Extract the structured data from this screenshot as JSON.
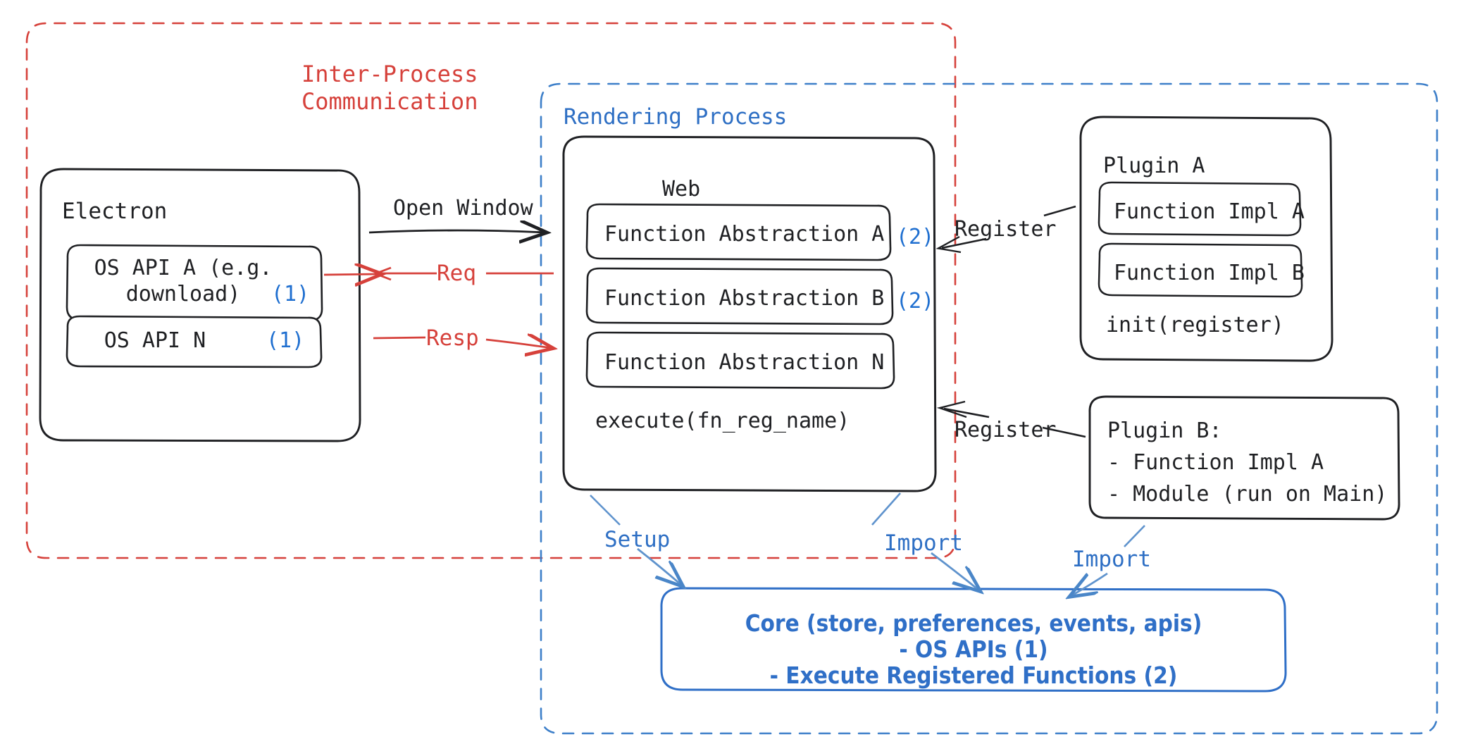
{
  "diagram": {
    "title": "Electron plugin architecture",
    "colors": {
      "ipc_red": "#d6413b",
      "render_blue": "#2e6fc4",
      "core_blue": "#2f6fc7",
      "marker_blue": "#1f6fd0",
      "stroke_black": "#1f2023",
      "background": "#ffffff"
    },
    "containers": [
      {
        "name": "ipc",
        "label": "Inter-Process\nCommunication",
        "style": "dashed",
        "color": "#d6413b"
      },
      {
        "name": "rendering",
        "label": "Rendering Process",
        "style": "dashed",
        "color": "#2e6fc4"
      }
    ],
    "electron": {
      "title": "Electron",
      "items": [
        {
          "label": "OS API A (e.g.\ndownload)",
          "marker": "(1)"
        },
        {
          "label": "OS API N",
          "marker": "(1)"
        }
      ]
    },
    "web": {
      "title": "Web",
      "items": [
        {
          "label": "Function Abstraction A",
          "marker": "(2)"
        },
        {
          "label": "Function Abstraction B",
          "marker": "(2)"
        },
        {
          "label": "Function Abstraction N",
          "marker": ""
        }
      ],
      "footer": "execute(fn_reg_name)"
    },
    "plugin_a": {
      "title": "Plugin A",
      "items": [
        "Function Impl A",
        "Function Impl B"
      ],
      "footer": "init(register)"
    },
    "plugin_b": {
      "title": "Plugin B:",
      "lines": [
        "- Function Impl A",
        "- Module (run on Main)"
      ]
    },
    "core": {
      "line1": "Core (store, preferences, events, apis)",
      "line2": "- OS APIs (1)",
      "line3": "- Execute Registered Functions (2)"
    },
    "edges": [
      {
        "name": "open-window",
        "label": "Open Window",
        "color": "#1f2023"
      },
      {
        "name": "req",
        "label": "Req",
        "color": "#d6413b"
      },
      {
        "name": "resp",
        "label": "Resp",
        "color": "#d6413b"
      },
      {
        "name": "register-plugin-a",
        "label": "Register",
        "color": "#1f2023"
      },
      {
        "name": "register-plugin-b",
        "label": "Register",
        "color": "#1f2023"
      },
      {
        "name": "setup",
        "label": "Setup",
        "color": "#2e6fc4"
      },
      {
        "name": "import-web",
        "label": "Import",
        "color": "#2e6fc4"
      },
      {
        "name": "import-plugin-b",
        "label": "Import",
        "color": "#2e6fc4"
      }
    ]
  }
}
